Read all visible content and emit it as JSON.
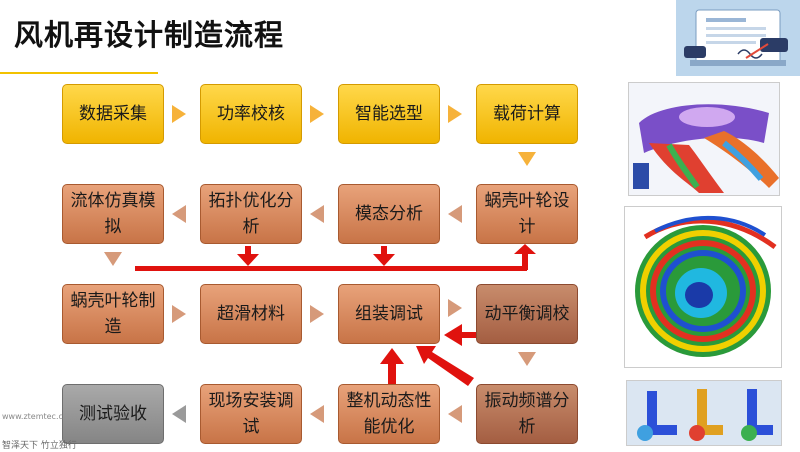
{
  "title": "风机再设计制造流程",
  "boxes": {
    "b1": "数据采集",
    "b2": "功率校核",
    "b3": "智能选型",
    "b4": "载荷计算",
    "b5": "蜗壳叶轮设计",
    "b6": "模态分析",
    "b7": "拓扑优化分析",
    "b8": "流体仿真模拟",
    "b9": "蜗壳叶轮制造",
    "b10": "超滑材料",
    "b11": "组装调试",
    "b12": "动平衡调校",
    "b13": "振动频谱分析",
    "b14": "整机动态性能优化",
    "b15": "现场安装调试",
    "b16": "测试验收"
  },
  "watermark": {
    "line1": "www.ztemtec.c",
    "line2": "智泽天下 竹立独行"
  },
  "colors": {
    "yellow": "#f0b400",
    "brown": "#c87447",
    "gray": "#858585",
    "red": "#e0120e"
  }
}
